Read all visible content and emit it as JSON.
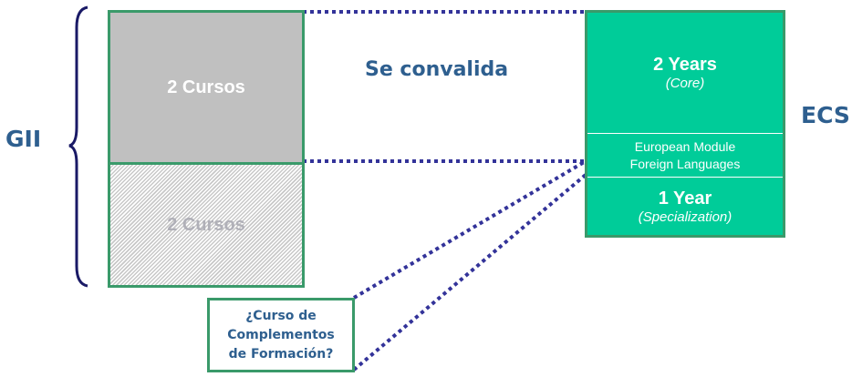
{
  "left": {
    "label": "GII",
    "top_block": "2 Cursos",
    "bottom_block": "2 Cursos"
  },
  "middle": {
    "label": "Se convalida"
  },
  "right": {
    "label": "ECS",
    "core_title": "2 Years",
    "core_sub": "(Core)",
    "module_line1": "European Module",
    "module_line2": "Foreign Languages",
    "spec_title": "1 Year",
    "spec_sub": "(Specialization)"
  },
  "complement": {
    "line1": "¿Curso de",
    "line2": "Complementos",
    "line3": "de Formación?"
  },
  "colors": {
    "green_border": "#3a9a6a",
    "ecs_fill": "#00cc99",
    "dotted": "#333399",
    "text": "#2e5f8f"
  }
}
